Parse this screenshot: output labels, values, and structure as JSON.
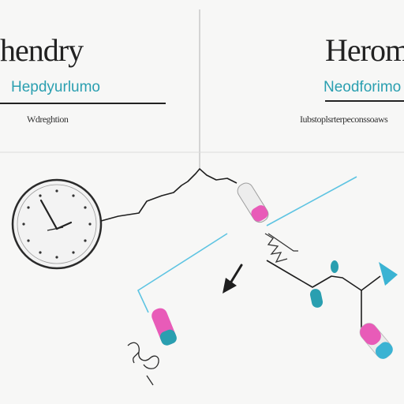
{
  "panels": {
    "left": {
      "title": "hendry",
      "subtitle": "Hepdyurlumo",
      "note": "Wdreghtion"
    },
    "right": {
      "title": "Herom",
      "subtitle": "Neodforimo",
      "note": "Iubstoplsrterpeconssoaws"
    }
  },
  "colors": {
    "accent": "#3bb3d3",
    "teal": "#2a9fb0",
    "magenta": "#e85bb8",
    "ink": "#1e1e1e",
    "divider": "#d8d8d8"
  }
}
